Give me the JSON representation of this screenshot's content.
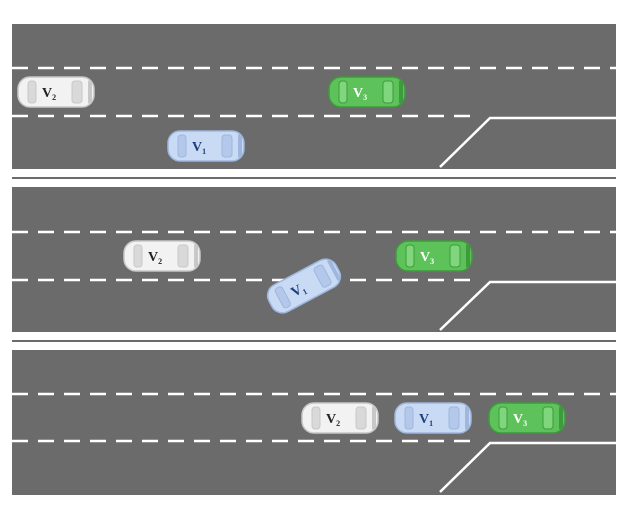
{
  "colors": {
    "road": "#6b6b6b",
    "marking": "#ffffff",
    "background": "#ffffff",
    "car_white": "#f2f2f2",
    "car_blue": "#c9daf4",
    "car_green": "#5cc259",
    "label_dark": "#222222"
  },
  "panels": [
    {
      "name": "panel-1",
      "cars": [
        {
          "id": "v2",
          "label": "V",
          "sub": "2",
          "color": "white"
        },
        {
          "id": "v3",
          "label": "V",
          "sub": "3",
          "color": "green"
        },
        {
          "id": "v1",
          "label": "V",
          "sub": "1",
          "color": "blue"
        }
      ]
    },
    {
      "name": "panel-2",
      "cars": [
        {
          "id": "v2",
          "label": "V",
          "sub": "2",
          "color": "white"
        },
        {
          "id": "v3",
          "label": "V",
          "sub": "3",
          "color": "green"
        },
        {
          "id": "v1",
          "label": "V",
          "sub": "1",
          "color": "blue"
        }
      ]
    },
    {
      "name": "panel-3",
      "cars": [
        {
          "id": "v2",
          "label": "V",
          "sub": "2",
          "color": "white"
        },
        {
          "id": "v1",
          "label": "V",
          "sub": "1",
          "color": "blue"
        },
        {
          "id": "v3",
          "label": "V",
          "sub": "3",
          "color": "green"
        }
      ]
    }
  ]
}
